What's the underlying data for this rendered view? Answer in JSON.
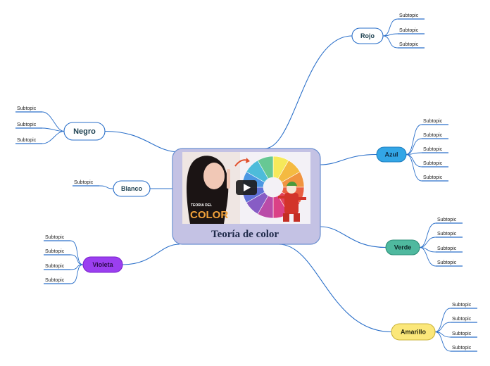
{
  "central": {
    "title": "Teoría de color",
    "thumbnail": {
      "caption_small": "TEORIA DEL",
      "caption_big": "COLOR",
      "play_icon": "play-icon"
    }
  },
  "branches": [
    {
      "id": "rojo",
      "label": "Rojo",
      "fill": "#ffffff",
      "stroke": "#2a6fc9",
      "text": "#1b3f4f",
      "subtopics": [
        "Subtopic",
        "Subtopic",
        "Subtopic"
      ]
    },
    {
      "id": "azul",
      "label": "Azul",
      "fill": "#33a6e6",
      "stroke": "#1f7fc0",
      "text": "#0d2a44",
      "subtopics": [
        "Subtopic",
        "Subtopic",
        "Subtopic",
        "Subtopic",
        "Subtopic"
      ]
    },
    {
      "id": "verde",
      "label": "Verde",
      "fill": "#4fb99f",
      "stroke": "#2e8f78",
      "text": "#0d2a2a",
      "subtopics": [
        "Subtopic",
        "Subtopic",
        "Subtopic",
        "Subtopic"
      ]
    },
    {
      "id": "amarillo",
      "label": "Amarillo",
      "fill": "#fbe77a",
      "stroke": "#c9b23a",
      "text": "#2a2a10",
      "subtopics": [
        "Subtopic",
        "Subtopic",
        "Subtopic",
        "Subtopic"
      ]
    },
    {
      "id": "negro",
      "label": "Negro",
      "fill": "#ffffff",
      "stroke": "#2a6fc9",
      "text": "#1b3f4f",
      "subtopics": [
        "Subtopic",
        "Subtopic",
        "Subtopic"
      ]
    },
    {
      "id": "blanco",
      "label": "Blanco",
      "fill": "#ffffff",
      "stroke": "#2a6fc9",
      "text": "#1b3f4f",
      "subtopics": [
        "Subtopic"
      ]
    },
    {
      "id": "violeta",
      "label": "Violeta",
      "fill": "#9b3ff0",
      "stroke": "#7a22cc",
      "text": "#2a0a4a",
      "subtopics": [
        "Subtopic",
        "Subtopic",
        "Subtopic",
        "Subtopic"
      ]
    }
  ],
  "colors": {
    "connector": "#2a6fc9",
    "central_fill": "#c4c2e4",
    "central_stroke": "#6a8fd0"
  }
}
